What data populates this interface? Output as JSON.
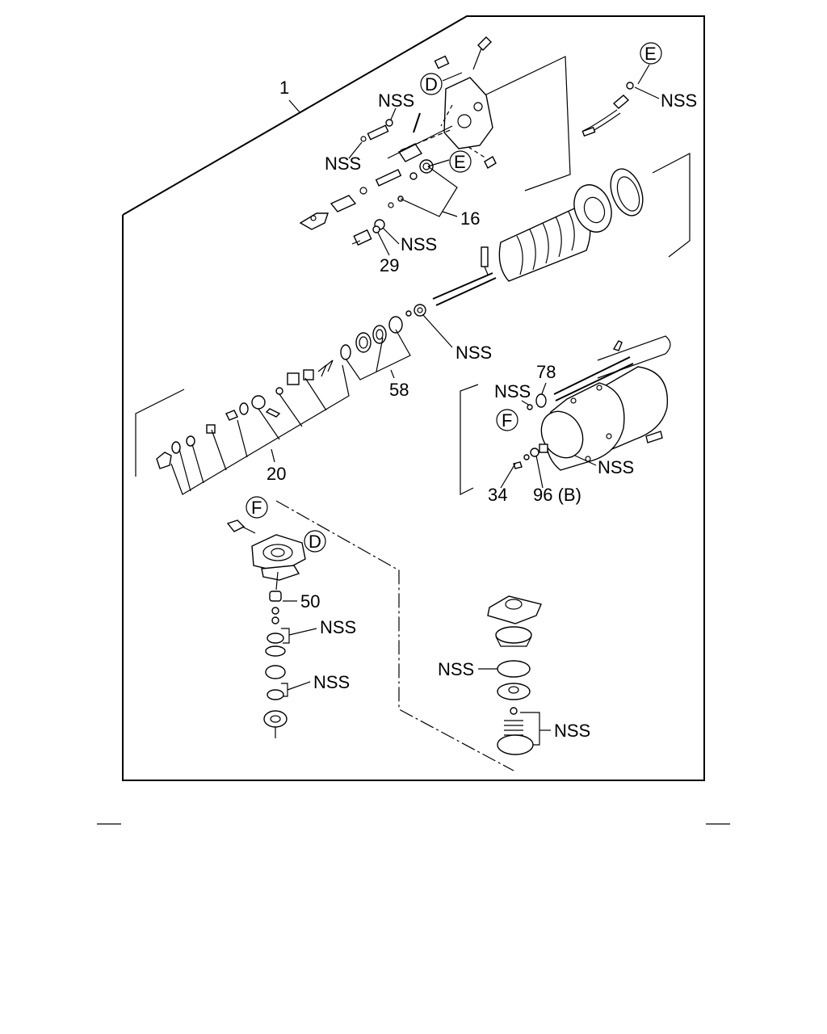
{
  "diagram": {
    "labels": {
      "assembly": "1",
      "nss": "NSS",
      "p16": "16",
      "p29": "29",
      "p58": "58",
      "p20": "20",
      "p78": "78",
      "p34": "34",
      "p96b": "96 (B)",
      "p50": "50"
    },
    "refs": {
      "d": "D",
      "e": "E",
      "f": "F"
    }
  }
}
